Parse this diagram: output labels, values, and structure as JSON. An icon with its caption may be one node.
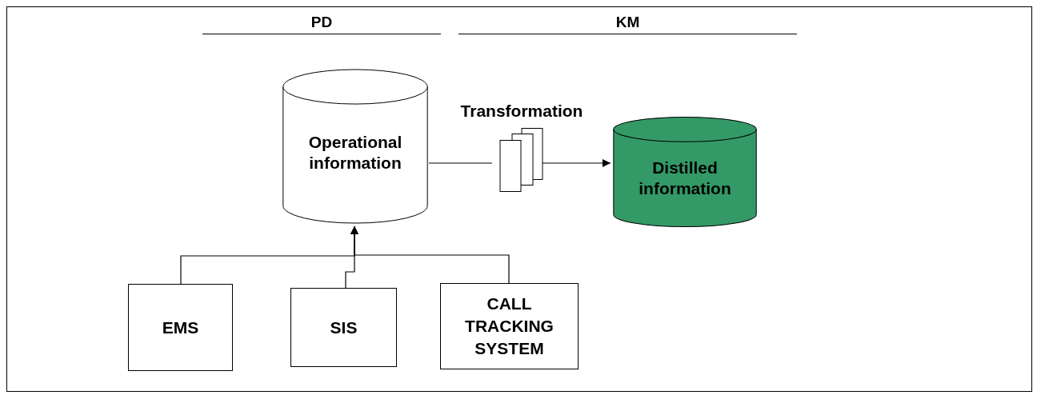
{
  "diagram": {
    "nodes": [
      {
        "text": [
          "Operational information"
        ]
      },
      {
        "text": [
          "Transformation"
        ]
      },
      {
        "text": [
          "Distilled information"
        ]
      },
      {
        "text": [
          "EMS"
        ]
      },
      {
        "text": [
          "SIS"
        ]
      },
      {
        "text": [
          "CALL TRACKING SYSTEM"
        ]
      }
    ],
    "edges": [
      {
        "from": 0,
        "to": 1,
        "arrow": "none"
      },
      {
        "from": 1,
        "to": 2,
        "arrow": "to"
      },
      {
        "from": 3,
        "to": 0,
        "arrow": "to"
      },
      {
        "from": 4,
        "to": 0,
        "arrow": "to"
      },
      {
        "from": 5,
        "to": 0,
        "arrow": "to"
      }
    ],
    "labels": [
      "PD",
      "KM"
    ]
  }
}
